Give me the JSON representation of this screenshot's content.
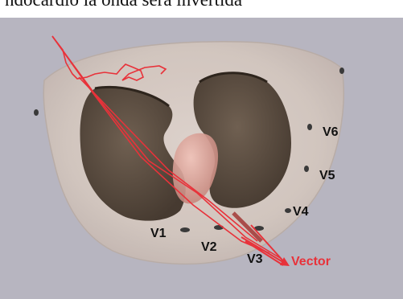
{
  "caption": "ndocardio la onda será invertida",
  "leads": {
    "v1": "V1",
    "v2": "V2",
    "v3": "V3",
    "v4": "V4",
    "v5": "V5",
    "v6": "V6"
  },
  "vector": {
    "label": "Vector",
    "color": "#e8323a"
  },
  "colors": {
    "background": "#b7b5c0",
    "torso": "#d9cdc6",
    "lung": "#5a4a3d",
    "heart": "#d9a49c",
    "electrode": "#3a3a3a"
  }
}
